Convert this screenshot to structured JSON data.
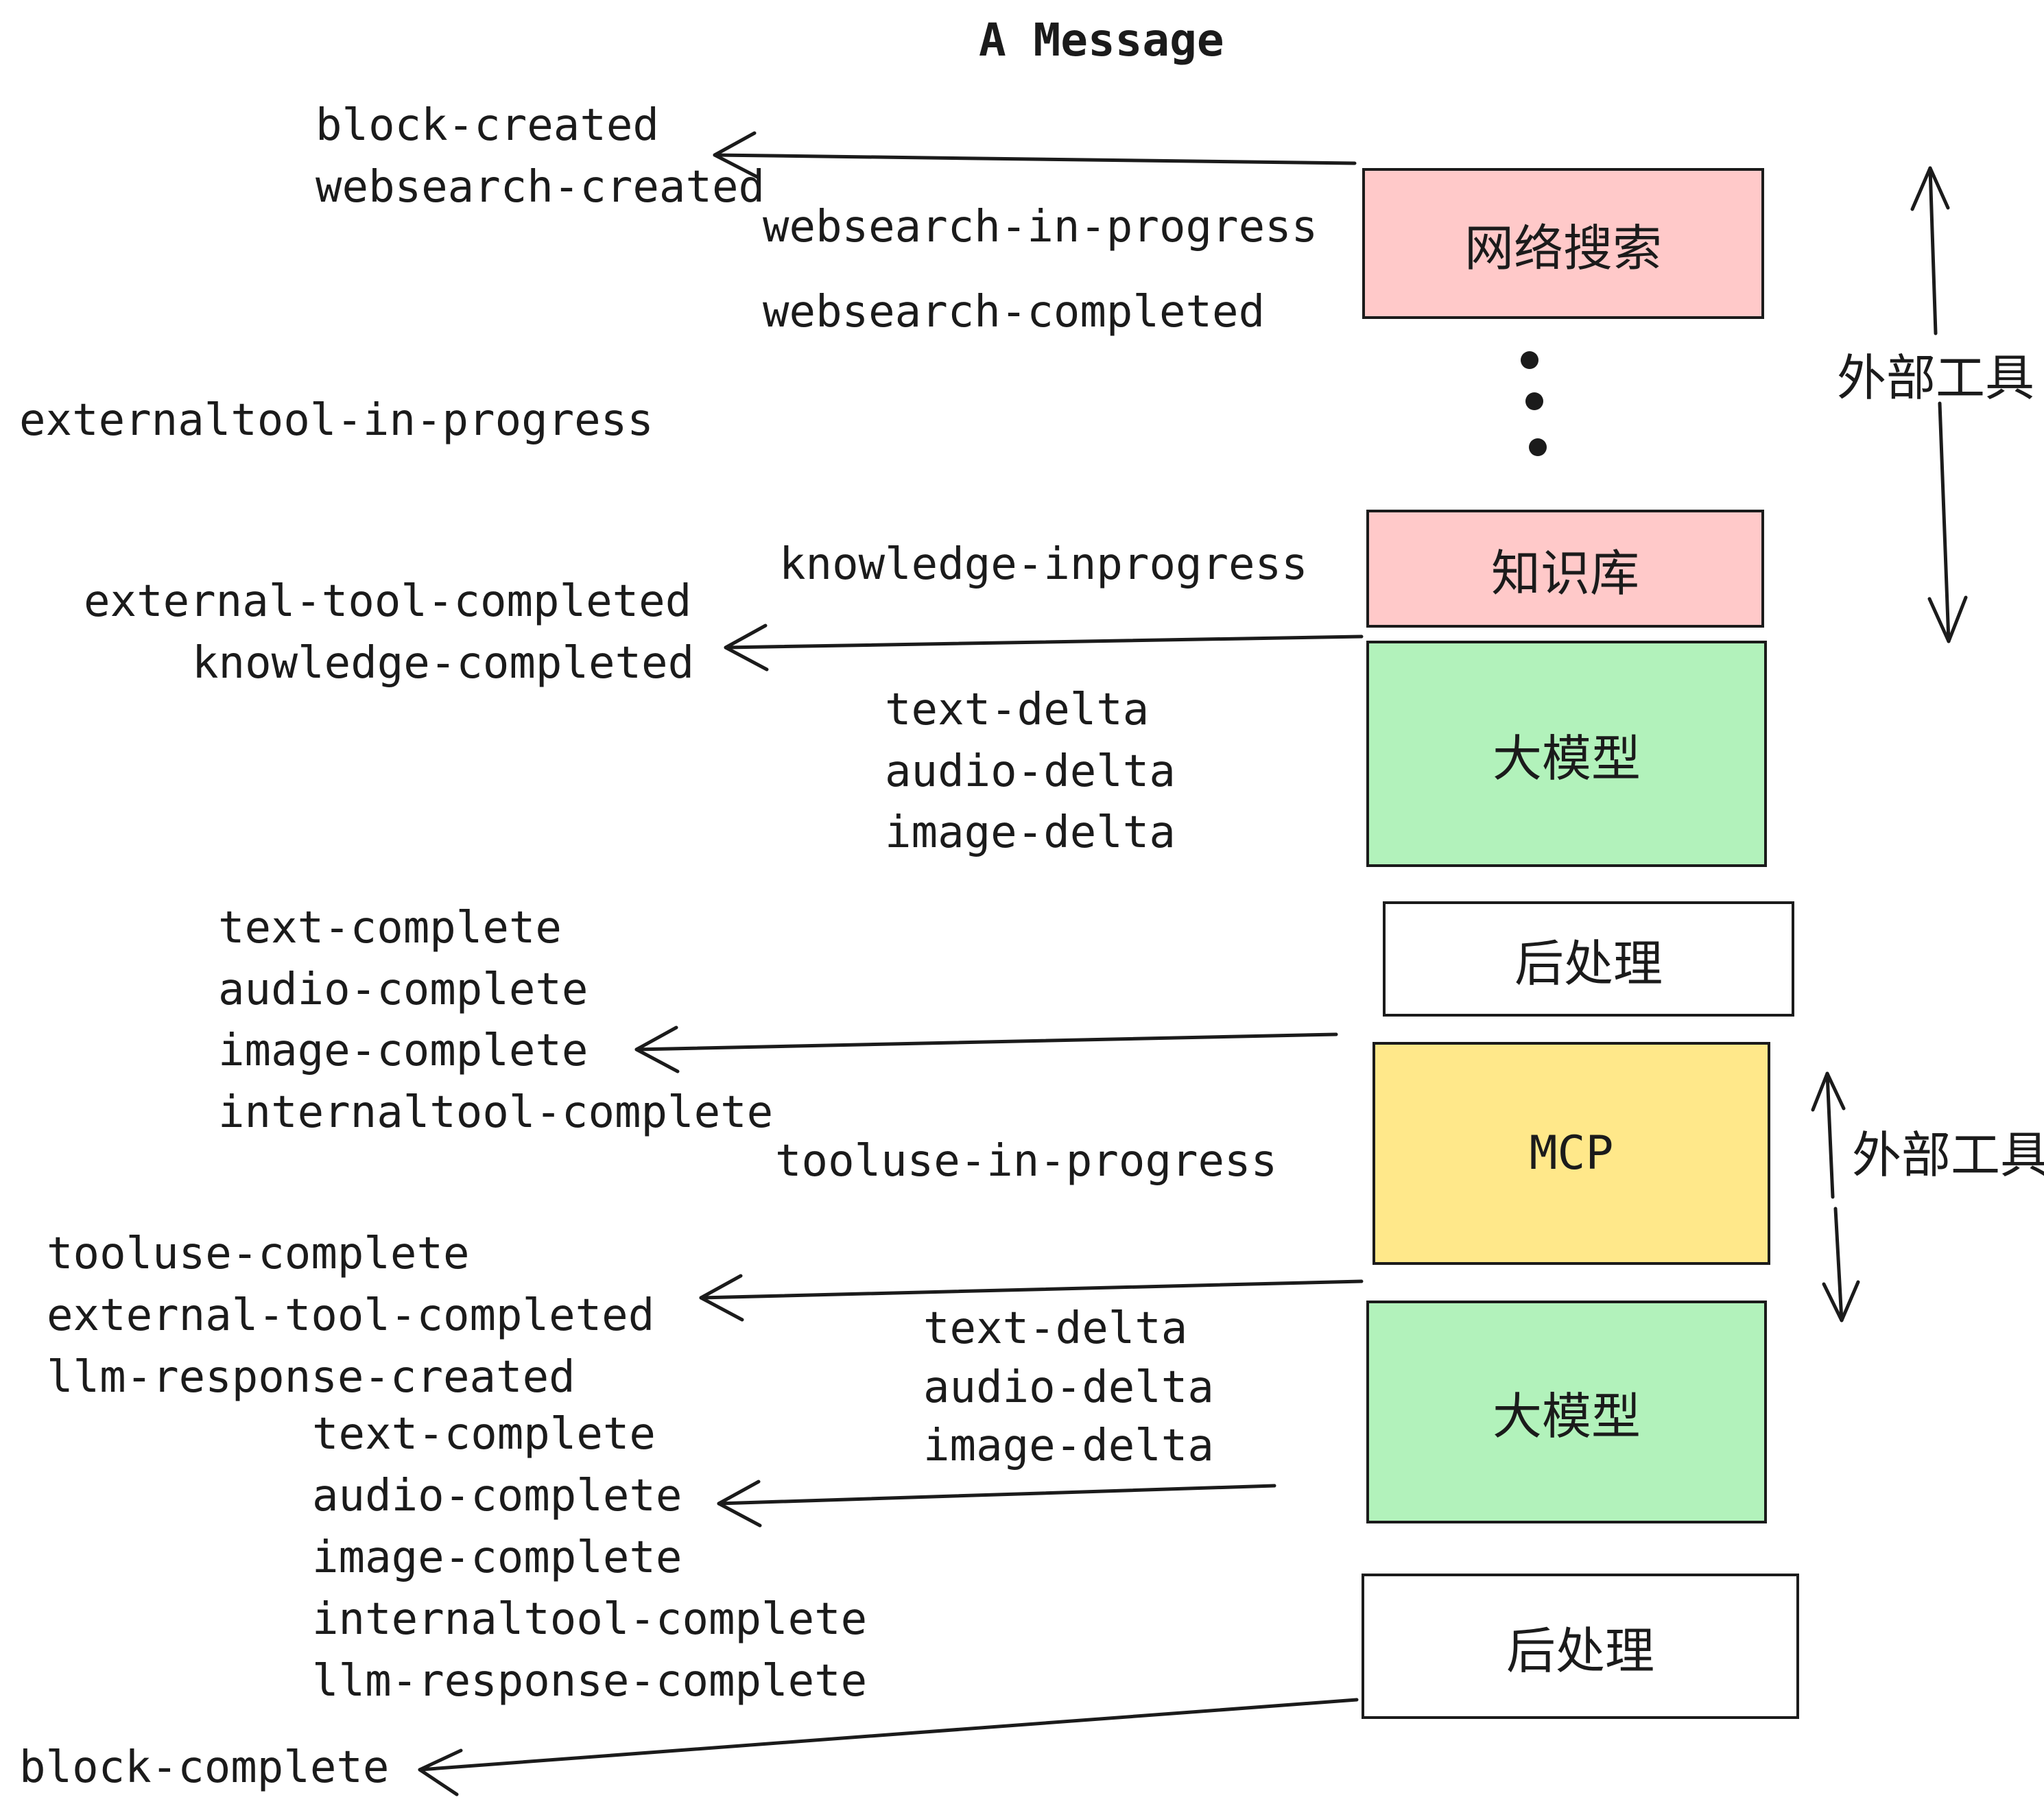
{
  "title": "A Message",
  "colors": {
    "pink": "#ffc9c9",
    "green": "#b2f2bb",
    "yellow": "#ffe88a",
    "paper": "#ffffff",
    "ink": "#1b1b1b"
  },
  "boxes": [
    {
      "label": "网络搜索",
      "color": "pink"
    },
    {
      "label": "知识库",
      "color": "pink"
    },
    {
      "label": "大模型",
      "color": "green"
    },
    {
      "label": "后处理",
      "color": "white"
    },
    {
      "label": "MCP",
      "color": "yellow"
    },
    {
      "label": "大模型",
      "color": "green"
    },
    {
      "label": "后处理",
      "color": "white"
    }
  ],
  "side_labels": [
    {
      "text": "外部工具"
    },
    {
      "text": "外部工具"
    }
  ],
  "events": {
    "block_created": "block-created",
    "websearch_created": "websearch-created",
    "websearch_in_progress": "websearch-in-progress",
    "websearch_completed": "websearch-completed",
    "externaltool_in_progress": "externaltool-in-progress",
    "knowledge_inprogress": "knowledge-inprogress",
    "external_tool_completed": "external-tool-completed",
    "knowledge_completed": "knowledge-completed",
    "deltas": [
      "text-delta",
      "audio-delta",
      "image-delta"
    ],
    "completes_1": [
      "text-complete",
      "audio-complete",
      "image-complete",
      "internaltool-complete"
    ],
    "tooluse_in_progress": "tooluse-in-progress",
    "tooluse_complete": "tooluse-complete",
    "external_tool_completed_2": "external-tool-completed",
    "llm_response_created": "llm-response-created",
    "completes_2": [
      "text-complete",
      "audio-complete",
      "image-complete",
      "internaltool-complete",
      "llm-response-complete"
    ],
    "block_complete": "block-complete"
  }
}
